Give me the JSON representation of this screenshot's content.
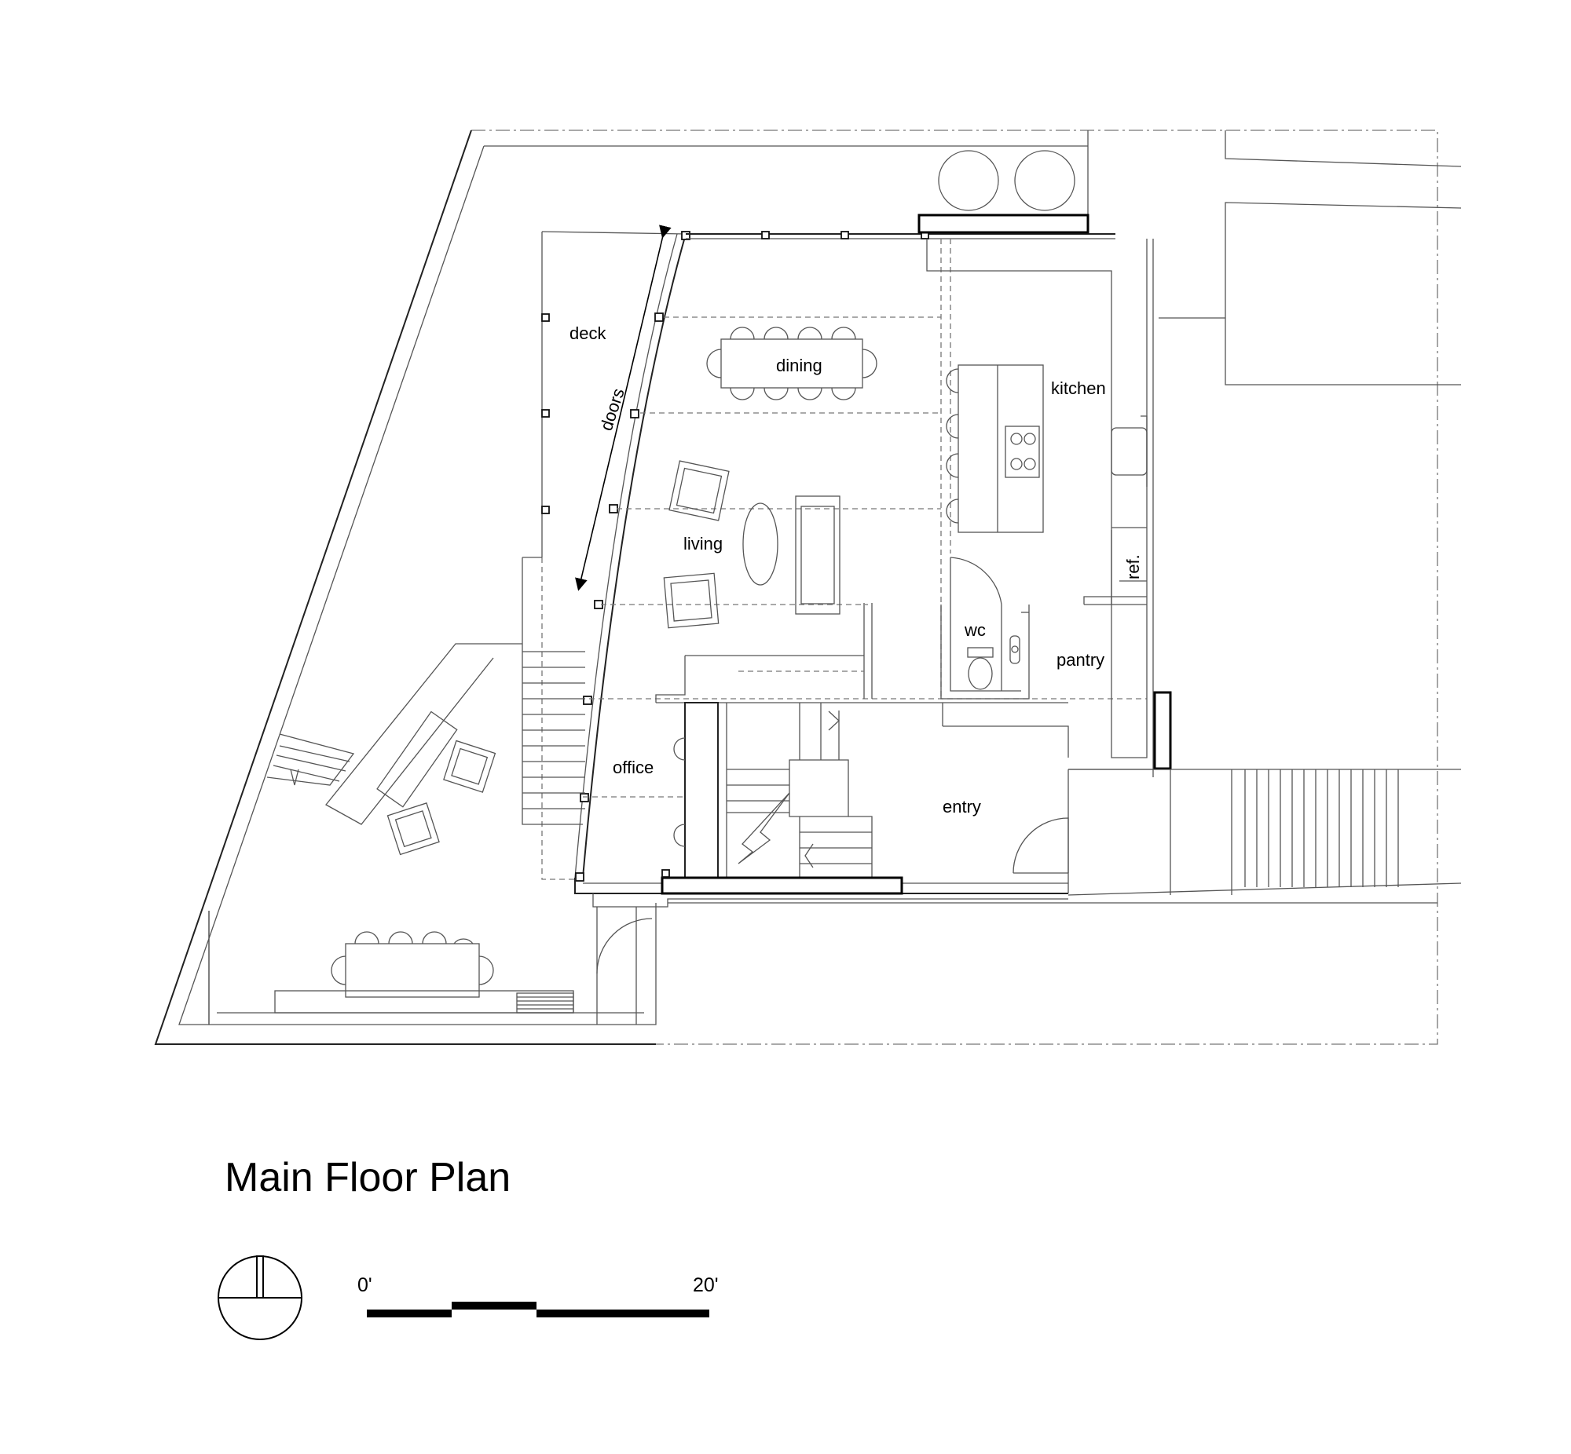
{
  "title": "Main Floor Plan",
  "rooms": {
    "deck": "deck",
    "doors": "doors",
    "dining": "dining",
    "kitchen": "kitchen",
    "living": "living",
    "ref": "ref.",
    "wc": "wc",
    "pantry": "pantry",
    "office": "office",
    "entry": "entry"
  },
  "scale_bar": {
    "start_label": "0'",
    "end_label": "20'"
  },
  "icons": {
    "north_arrow": "north-arrow-icon"
  },
  "line_color": "#222222"
}
